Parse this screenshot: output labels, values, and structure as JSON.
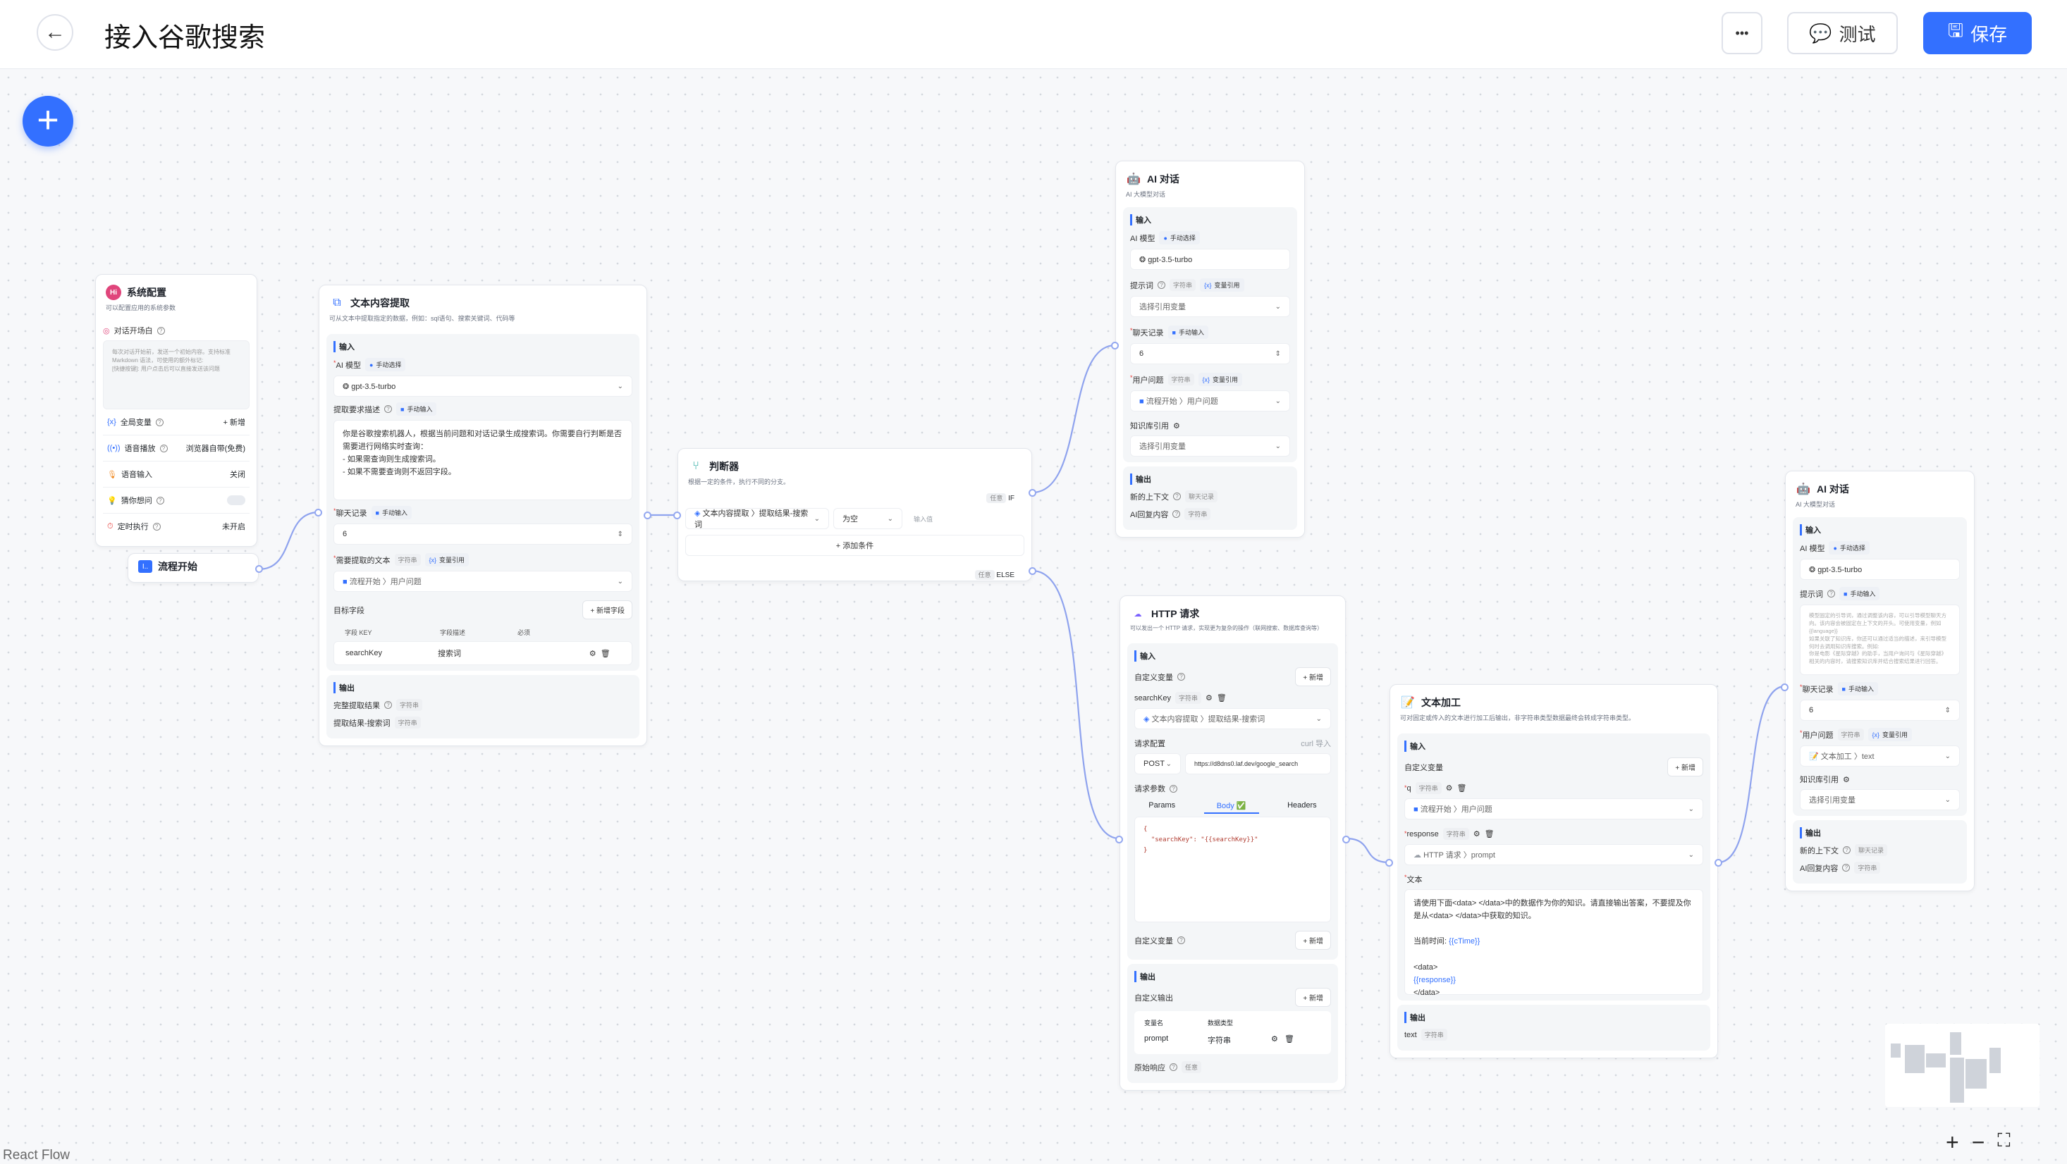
{
  "header": {
    "title": "接入谷歌搜索",
    "more_label": "•••",
    "test_label": "测试",
    "save_label": "保存",
    "accent": "#3370ff"
  },
  "canvas": {
    "watermark": "React Flow"
  },
  "common": {
    "input": "输入",
    "output": "输出",
    "manual_select": "手动选择",
    "manual_input": "手动输入",
    "var_ref": "变量引用",
    "string": "字符串",
    "any": "任意",
    "add": "+ 新增",
    "chat_history_type": "聊天记录"
  },
  "system_config": {
    "title": "系统配置",
    "desc": "可以配置应用的系统参数",
    "opening_label": "对话开场白",
    "opening_placeholder": "每次对话开始前，发送一个初始内容。支持标准 Markdown 语法，可使用的额外标记:\n[快捷按键]: 用户点击后可以直接发送该问题",
    "rows": [
      {
        "label": "全局变量",
        "value": "+ 新增"
      },
      {
        "label": "语音播放",
        "value": "浏览器自带(免费)"
      },
      {
        "label": "语音输入",
        "value": "关闭"
      },
      {
        "label": "猜你想问",
        "value": ""
      },
      {
        "label": "定时执行",
        "value": "未开启"
      }
    ]
  },
  "start": {
    "title": "流程开始"
  },
  "extract": {
    "title": "文本内容提取",
    "desc": "可从文本中提取指定的数据，例如：sql语句、搜索关键词、代码等",
    "model_label": "AI 模型",
    "model": "gpt-3.5-turbo",
    "desc_label": "提取要求描述",
    "desc_value": "你是谷歌搜索机器人，根据当前问题和对话记录生成搜索词。你需要自行判断是否需要进行网络实时查询：\n- 如果需查询则生成搜索词。\n- 如果不需要查询则不返回字段。",
    "history_label": "聊天记录",
    "history_value": "6",
    "text_label": "需要提取的文本",
    "text_value": "流程开始 〉用户问题",
    "target_label": "目标字段",
    "add_field": "+ 新增字段",
    "cols": [
      "字段 KEY",
      "字段描述",
      "必须"
    ],
    "field_key": "searchKey",
    "field_desc": "搜索词",
    "out1": "完整提取结果",
    "out2": "提取结果-搜索词"
  },
  "judge": {
    "title": "判断器",
    "desc": "根据一定的条件，执行不同的分支。",
    "if": "IF",
    "else": "ELSE",
    "cond_var": "文本内容提取 〉提取结果-搜索词",
    "cond_op": "为空",
    "cond_value_ph": "输入值",
    "add_cond": "+ 添加条件"
  },
  "ai1": {
    "title": "AI 对话",
    "desc": "AI 大模型对话",
    "model_label": "AI 模型",
    "model": "gpt-3.5-turbo",
    "prompt_label": "提示词",
    "select_ph": "选择引用变量",
    "history_label": "聊天记录",
    "history_value": "6",
    "question_label": "用户问题",
    "question_value": "流程开始 〉用户问题",
    "kb_label": "知识库引用",
    "out1": "新的上下文",
    "out2": "AI回复内容"
  },
  "http": {
    "title": "HTTP 请求",
    "desc": "可以发出一个 HTTP 请求，实现更为复杂的操作（联网搜索、数据库查询等）",
    "custom_var": "自定义变量",
    "var_name": "searchKey",
    "var_value": "文本内容提取 〉提取结果-搜索词",
    "req_config": "请求配置",
    "curl": "curl 导入",
    "method": "POST",
    "url": "https://d8dns0.laf.dev/google_search",
    "req_params": "请求参数",
    "tabs": [
      "Params",
      "Body",
      "Headers"
    ],
    "active_tab": "Body",
    "body": "{\n  \"searchKey\": \"{{searchKey}}\"\n}",
    "custom_out": "自定义输出",
    "out_cols": [
      "变量名",
      "数据类型"
    ],
    "out_name": "prompt",
    "out_type": "字符串",
    "raw": "原始响应"
  },
  "textproc": {
    "title": "文本加工",
    "desc": "可对固定或传入的文本进行加工后输出，非字符串类型数据最终会转成字符串类型。",
    "custom_var": "自定义变量",
    "var_q": "q",
    "var_q_value": "流程开始 〉用户问题",
    "var_resp": "response",
    "var_resp_value": "HTTP 请求 〉prompt",
    "text_label": "文本",
    "text_line1": "请使用下面<data> </data>中的数据作为你的知识。请直接输出答案，不要提及你是从<data> </data>中获取的知识。",
    "text_time": "当前时间:",
    "text_time_var": "{{cTime}}",
    "text_open": "<data>",
    "text_resp_var": "{{response}}",
    "text_close": "</data>",
    "out": "text"
  },
  "ai2": {
    "title": "AI 对话",
    "desc": "AI 大模型对话",
    "model_label": "AI 模型",
    "model": "gpt-3.5-turbo",
    "prompt_label": "提示词",
    "prompt_ph": "模型固定的引导词，通过调整该内容，可以引导模型聊天方向。该内容会被固定在上下文的开头。可使用变量，例如 {{language}}\n如果关联了知识库，你还可以通过适当的描述，来引导模型何时去调用知识库搜索。例如:\n你是电影《星际穿越》的助手，当用户询问与《星际穿越》相关的内容时，请搜索知识库并结合搜索结果进行回答。",
    "history_label": "聊天记录",
    "history_value": "6",
    "question_label": "用户问题",
    "question_value": "文本加工 〉text",
    "kb_label": "知识库引用",
    "select_ph": "选择引用变量",
    "out1": "新的上下文",
    "out2": "AI回复内容"
  },
  "controls": {
    "zoom_in": "+",
    "zoom_out": "−",
    "fit": "⛶"
  }
}
